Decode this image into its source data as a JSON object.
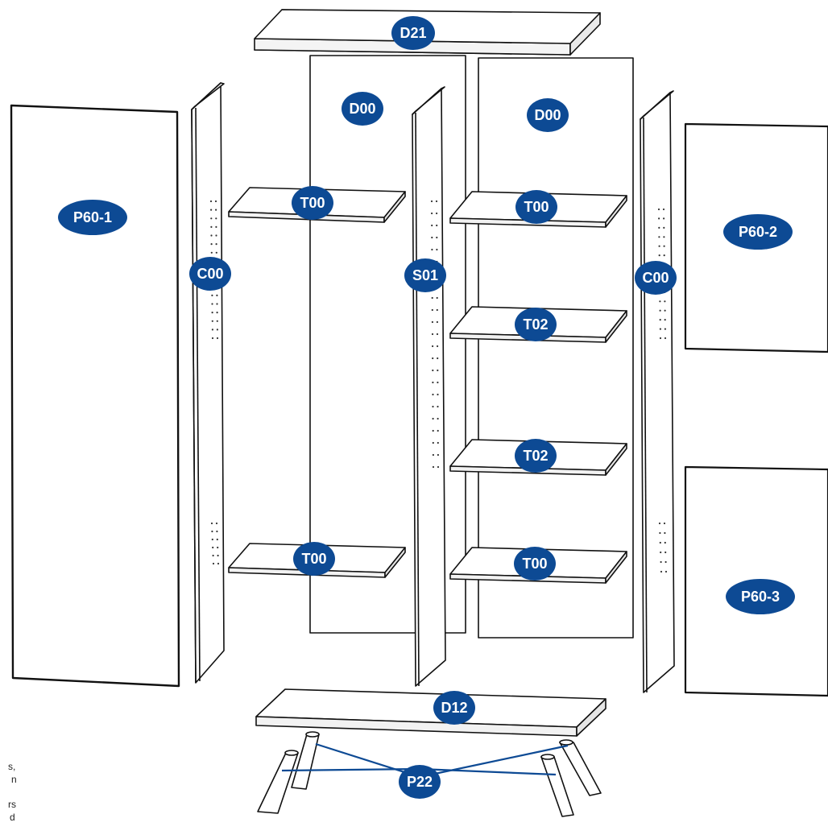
{
  "colors": {
    "badge": "#0d4a94",
    "line": "#111111",
    "leader": "#0d4a94"
  },
  "labels": {
    "top": "D21",
    "back_left": "D00",
    "back_right": "D00",
    "side_left": "C00",
    "side_right": "C00",
    "divider": "S01",
    "shelf_left_top": "T00",
    "shelf_left_bottom": "T00",
    "shelf_right_top": "T00",
    "shelf_right_mid1": "T02",
    "shelf_right_mid2": "T02",
    "shelf_right_bottom": "T00",
    "base": "D12",
    "legs": "P22",
    "door_left": "P60-1",
    "door_right_top": "P60-2",
    "door_right_bottom": "P60-3"
  },
  "edge_text": [
    "s,",
    "n",
    "rs",
    "d"
  ]
}
